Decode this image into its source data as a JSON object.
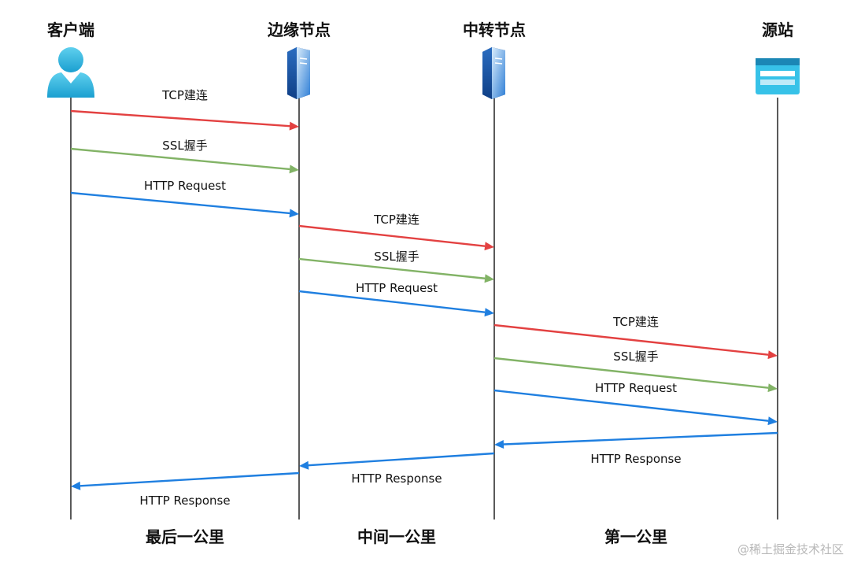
{
  "participants": [
    {
      "id": "client",
      "label": "客户端",
      "icon": "user-icon"
    },
    {
      "id": "edge",
      "label": "边缘节点",
      "icon": "server-icon"
    },
    {
      "id": "relay",
      "label": "中转节点",
      "icon": "server-icon"
    },
    {
      "id": "origin",
      "label": "源站",
      "icon": "web-server-icon"
    }
  ],
  "messages": [
    {
      "from": "client",
      "to": "edge",
      "label": "TCP建连",
      "type": "tcp"
    },
    {
      "from": "client",
      "to": "edge",
      "label": "SSL握手",
      "type": "ssl"
    },
    {
      "from": "client",
      "to": "edge",
      "label": "HTTP Request",
      "type": "http"
    },
    {
      "from": "edge",
      "to": "relay",
      "label": "TCP建连",
      "type": "tcp"
    },
    {
      "from": "edge",
      "to": "relay",
      "label": "SSL握手",
      "type": "ssl"
    },
    {
      "from": "edge",
      "to": "relay",
      "label": "HTTP Request",
      "type": "http"
    },
    {
      "from": "relay",
      "to": "origin",
      "label": "TCP建连",
      "type": "tcp"
    },
    {
      "from": "relay",
      "to": "origin",
      "label": "SSL握手",
      "type": "ssl"
    },
    {
      "from": "relay",
      "to": "origin",
      "label": "HTTP Request",
      "type": "http"
    },
    {
      "from": "origin",
      "to": "relay",
      "label": "HTTP Response",
      "type": "http"
    },
    {
      "from": "relay",
      "to": "edge",
      "label": "HTTP Response",
      "type": "http"
    },
    {
      "from": "edge",
      "to": "client",
      "label": "HTTP Response",
      "type": "http"
    }
  ],
  "sections": [
    {
      "label": "最后一公里",
      "between": [
        "client",
        "edge"
      ]
    },
    {
      "label": "中间一公里",
      "between": [
        "edge",
        "relay"
      ]
    },
    {
      "label": "第一公里",
      "between": [
        "relay",
        "origin"
      ]
    }
  ],
  "colors": {
    "tcp": "#e34141",
    "ssl": "#82b366",
    "http": "#1f7fe0",
    "lifeline": "#000000"
  },
  "watermark": "@稀土掘金技术社区"
}
